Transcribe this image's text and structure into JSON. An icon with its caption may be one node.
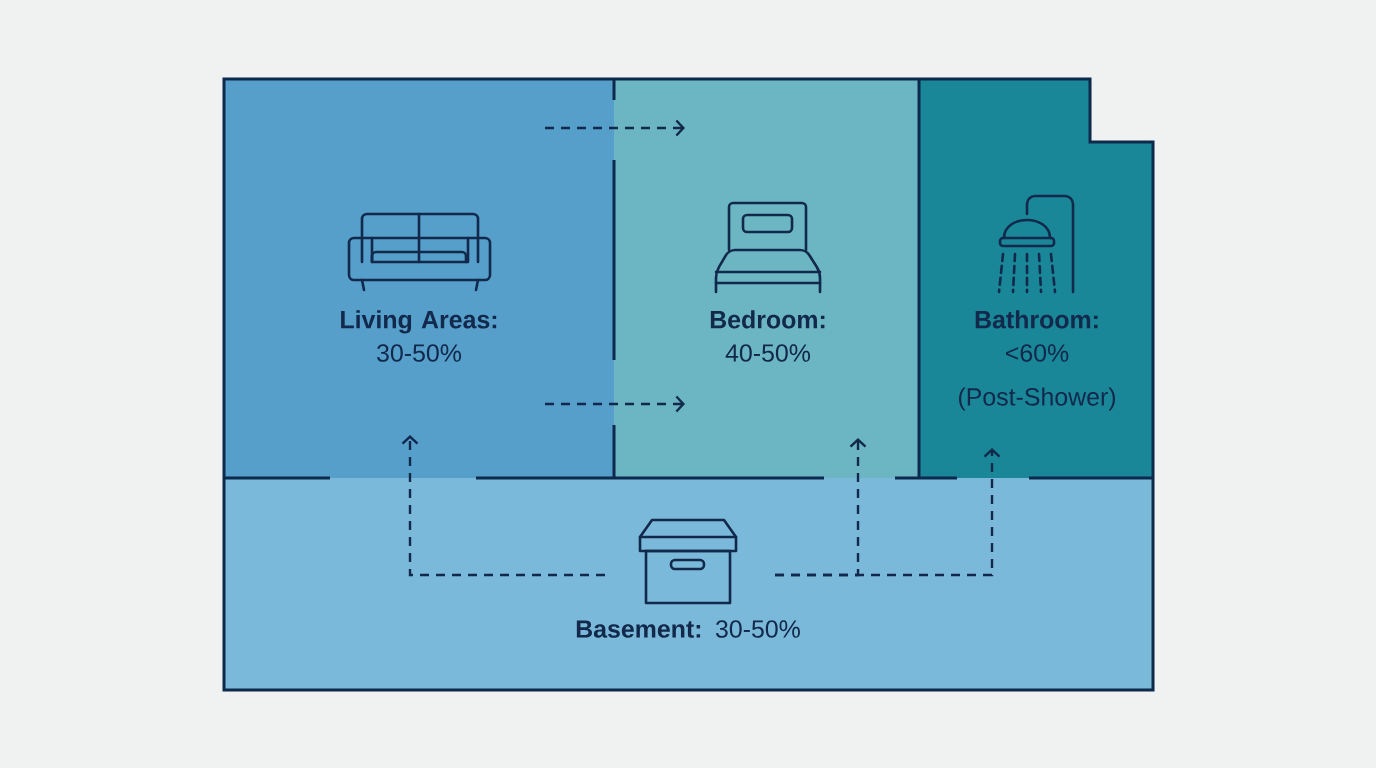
{
  "diagram": {
    "nodes": [
      {
        "text": [
          "Living Areas:",
          "30-50%"
        ]
      },
      {
        "text": [
          "Bedroom:",
          "40-50%"
        ]
      },
      {
        "text": [
          "Bathroom:",
          "<60% (Post-Shower)"
        ]
      },
      {
        "text": [
          "**Basement:** 30-50%"
        ]
      }
    ],
    "edges": [
      {
        "from": 0,
        "to": 1,
        "arrow": "to",
        "style": "dashed"
      },
      {
        "from": 0,
        "to": 1,
        "arrow": "to",
        "style": "dashed"
      },
      {
        "from": 3,
        "to": 0,
        "arrow": "to",
        "style": "dashed"
      },
      {
        "from": 3,
        "to": 1,
        "arrow": "to",
        "style": "dashed"
      },
      {
        "from": 3,
        "to": 2,
        "arrow": "to",
        "style": "dashed"
      }
    ]
  }
}
